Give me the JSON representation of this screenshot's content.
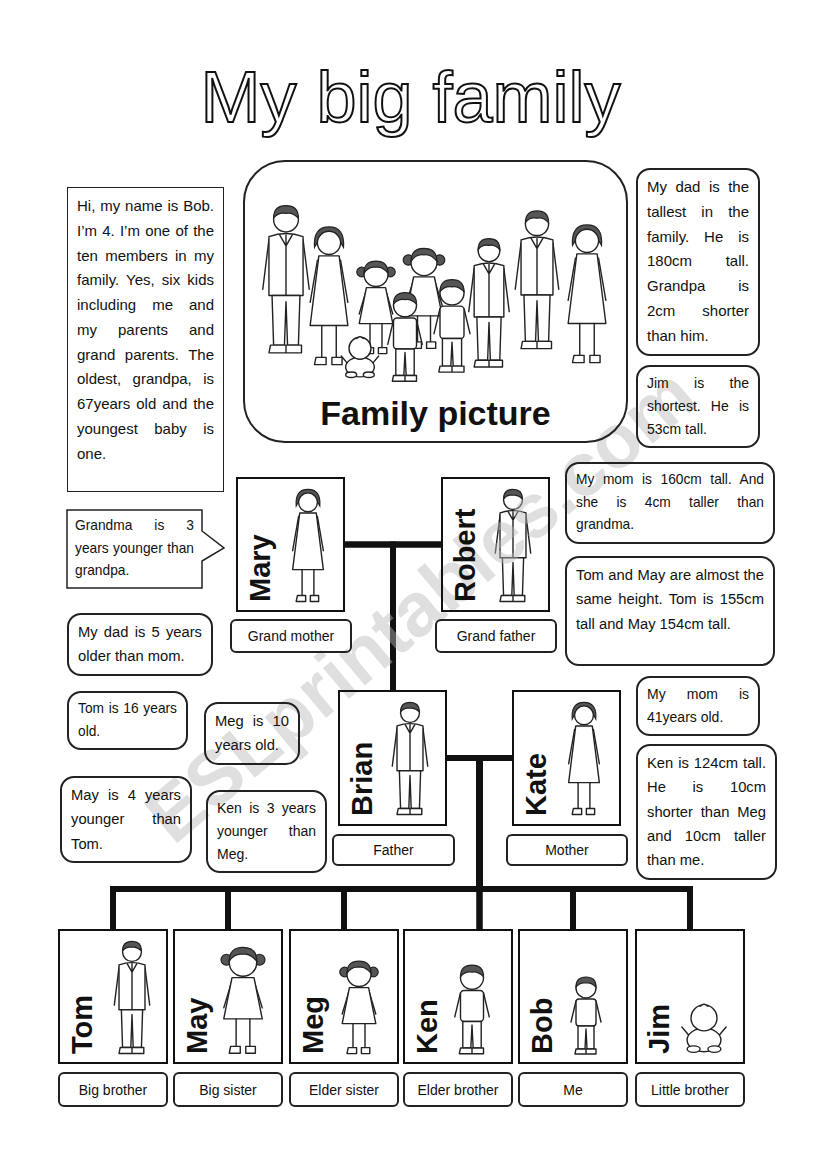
{
  "diagram": {
    "title": "My big family",
    "nodes": [
      {
        "text": [
          "Hi, my name is Bob. I’m 4. I’m one of the ten members in my family. Yes, six kids including me and my parents and grand parents. The oldest, grandpa, is 67years old and the youngest baby is one."
        ]
      },
      {
        "text": [
          "Family picture"
        ]
      },
      {
        "text": [
          "My dad is the tallest in the family. He is 180cm tall. Grandpa is 2cm shorter than him."
        ]
      },
      {
        "text": [
          "Jim is the shortest. He is 53cm tall."
        ]
      },
      {
        "text": [
          "My mom is 160cm tall. And she is 4cm taller than grandma."
        ]
      },
      {
        "text": [
          "Mary"
        ]
      },
      {
        "text": [
          "Robert"
        ]
      },
      {
        "text": [
          "Grandma is 3 years younger than grandpa."
        ]
      },
      {
        "text": [
          "Tom and May are almost the same height. Tom is 155cm tall and May 154cm tall."
        ]
      },
      {
        "text": [
          "My dad is 5 years older than mom."
        ]
      },
      {
        "text": [
          "Grand mother"
        ]
      },
      {
        "text": [
          "Grand father"
        ]
      },
      {
        "text": [
          "My mom is 41years old."
        ]
      },
      {
        "text": [
          "Brian"
        ]
      },
      {
        "text": [
          "Kate"
        ]
      },
      {
        "text": [
          "Tom is 16 years old."
        ]
      },
      {
        "text": [
          "Meg is 10 years old."
        ]
      },
      {
        "text": [
          "Ken is 124cm tall. He is 10cm shorter than Meg and 10cm taller than me."
        ]
      },
      {
        "text": [
          "May is 4 years younger than Tom."
        ]
      },
      {
        "text": [
          "Ken is 3 years younger than Meg."
        ]
      },
      {
        "text": [
          "Father"
        ]
      },
      {
        "text": [
          "Mother"
        ]
      },
      {
        "text": [
          "Tom"
        ]
      },
      {
        "text": [
          "May"
        ]
      },
      {
        "text": [
          "Meg"
        ]
      },
      {
        "text": [
          "Ken"
        ]
      },
      {
        "text": [
          "Bob"
        ]
      },
      {
        "text": [
          "Jim"
        ]
      },
      {
        "text": [
          "Big brother"
        ]
      },
      {
        "text": [
          "Big sister"
        ]
      },
      {
        "text": [
          "Elder sister"
        ]
      },
      {
        "text": [
          "Elder brother"
        ]
      },
      {
        "text": [
          "Me"
        ]
      },
      {
        "text": [
          "Little brother"
        ]
      }
    ],
    "edges": [
      {
        "from": 5,
        "to": 6,
        "arrow": "none"
      },
      {
        "from": 5,
        "to": 13,
        "arrow": "none"
      },
      {
        "from": 6,
        "to": 13,
        "arrow": "none"
      },
      {
        "from": 13,
        "to": 14,
        "arrow": "none"
      },
      {
        "from": 13,
        "to": 22,
        "arrow": "none"
      },
      {
        "from": 13,
        "to": 23,
        "arrow": "none"
      },
      {
        "from": 13,
        "to": 24,
        "arrow": "none"
      },
      {
        "from": 13,
        "to": 25,
        "arrow": "none"
      },
      {
        "from": 13,
        "to": 26,
        "arrow": "none"
      },
      {
        "from": 13,
        "to": 27,
        "arrow": "none"
      },
      {
        "from": 14,
        "to": 22,
        "arrow": "none"
      },
      {
        "from": 14,
        "to": 23,
        "arrow": "none"
      },
      {
        "from": 14,
        "to": 24,
        "arrow": "none"
      },
      {
        "from": 14,
        "to": 25,
        "arrow": "none"
      },
      {
        "from": 14,
        "to": 26,
        "arrow": "none"
      },
      {
        "from": 14,
        "to": 27,
        "arrow": "none"
      }
    ],
    "labels": [
      "ESLprintables.com"
    ]
  }
}
